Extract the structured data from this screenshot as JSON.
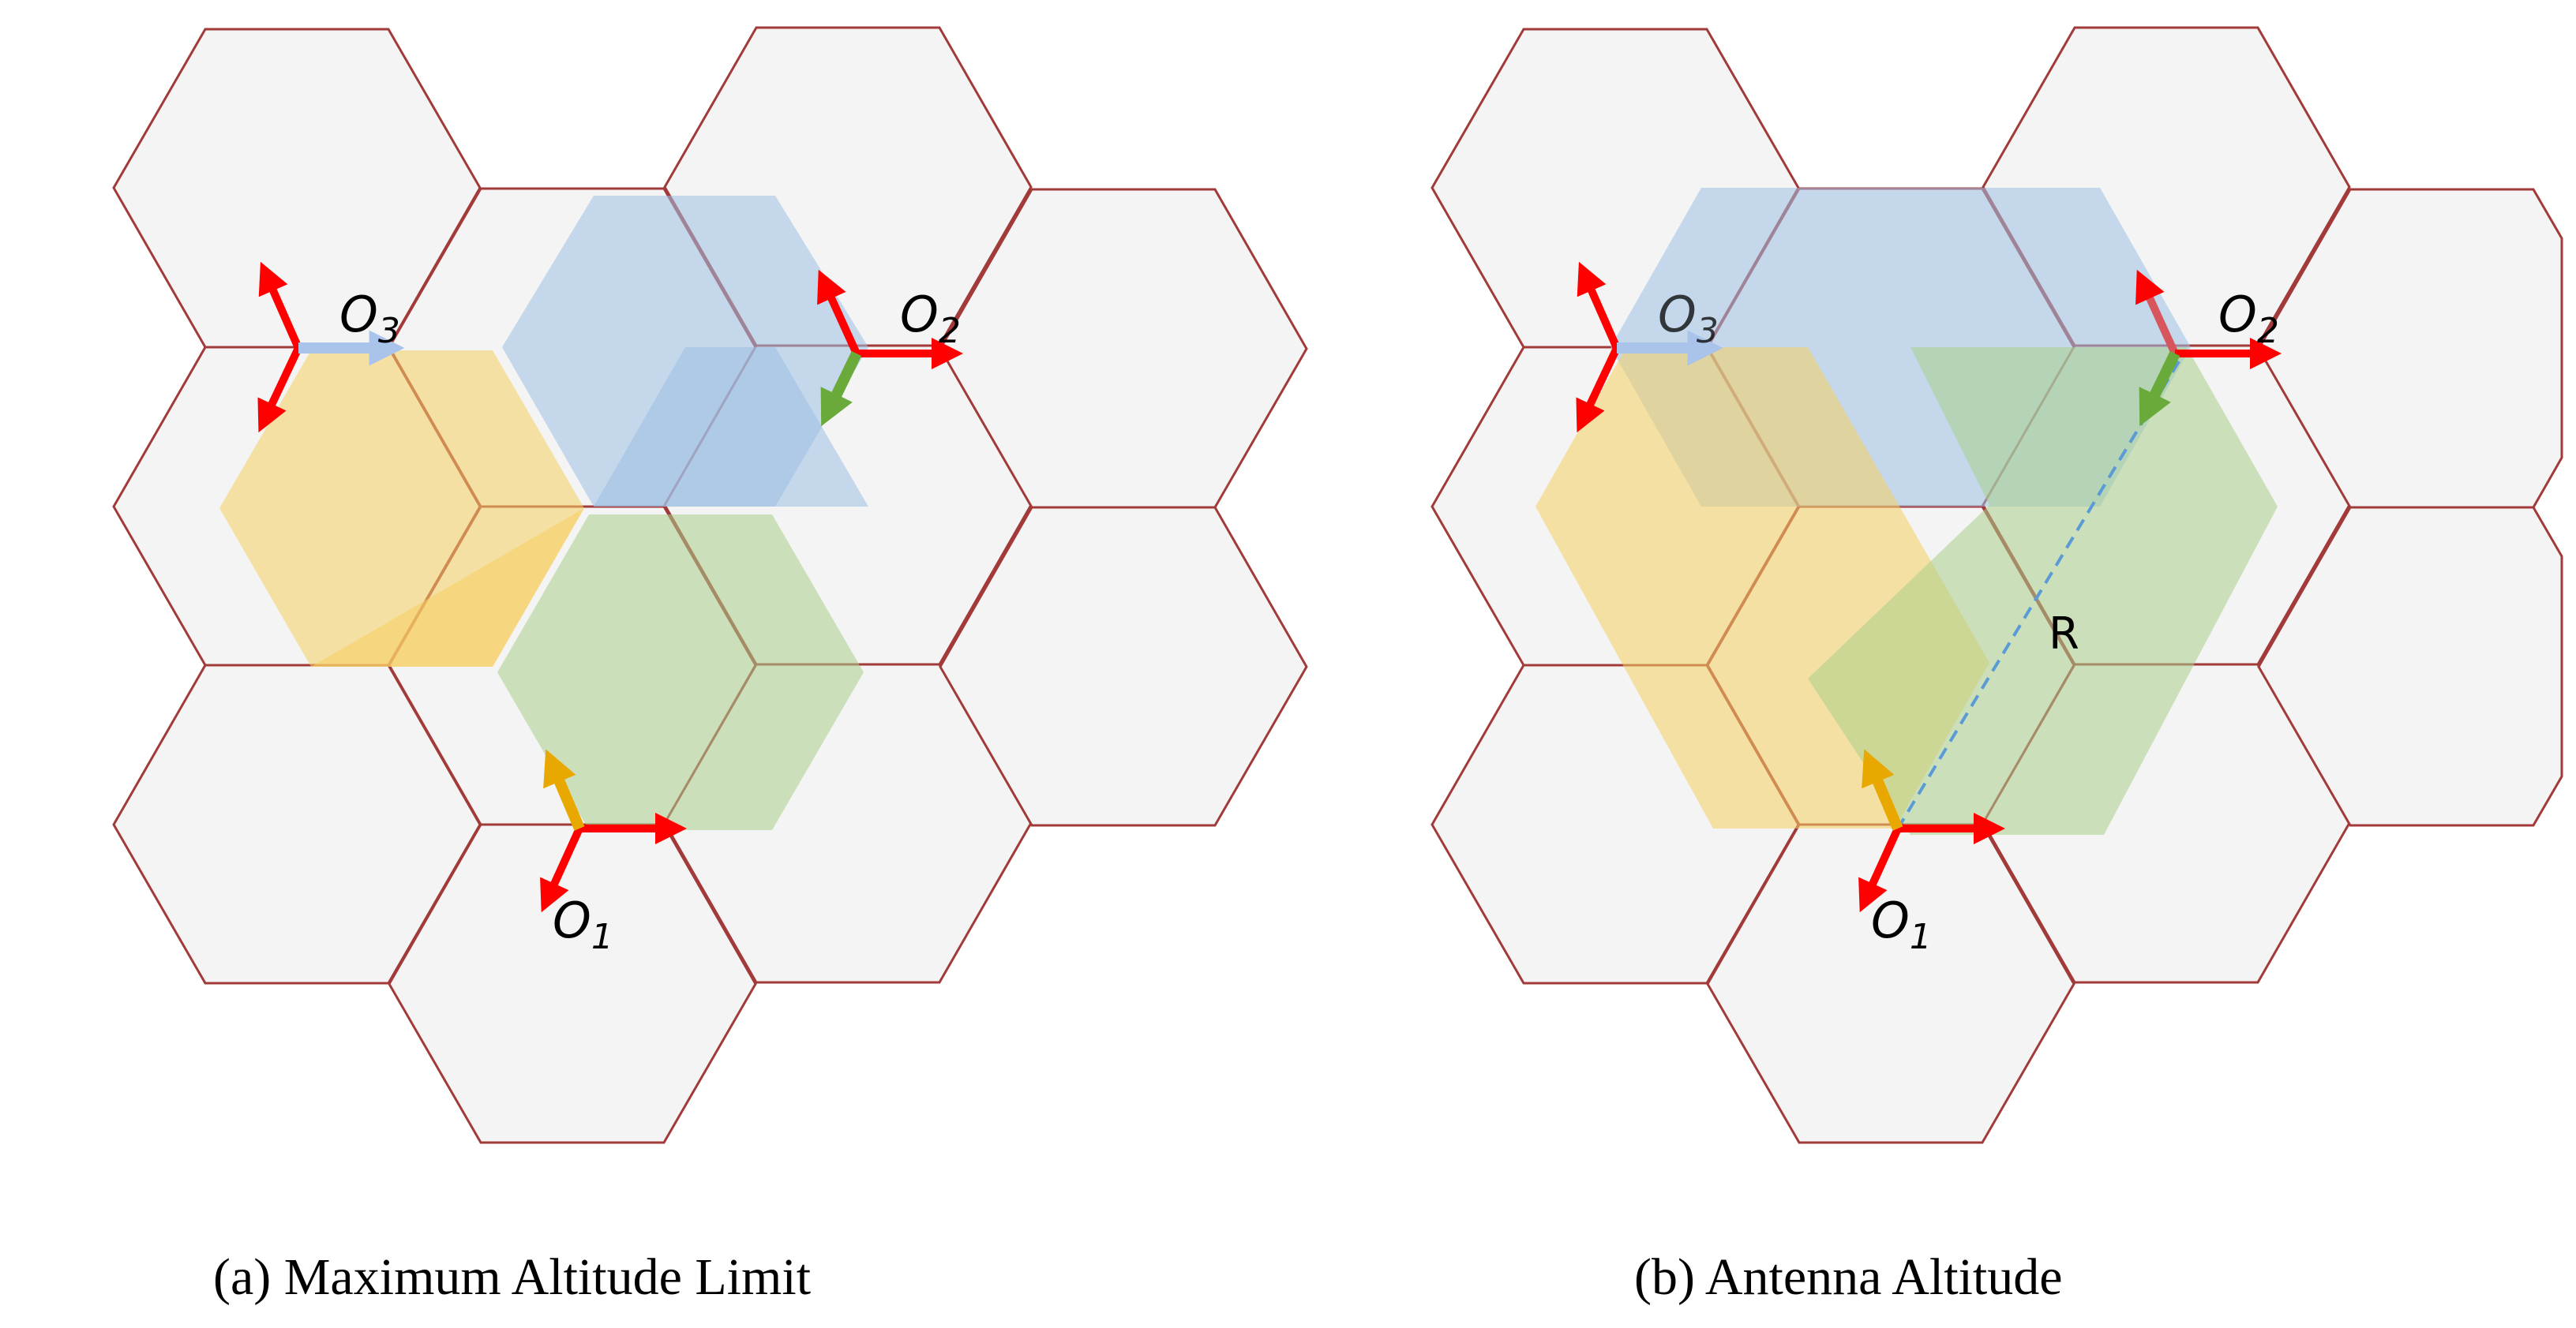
{
  "colors": {
    "cell_fill": "#f4f4f4",
    "cell_stroke": "#a23a3a",
    "region_1": "#f5cf63",
    "region_2": "#9dbfe3",
    "region_3": "#a9cf8a",
    "axis_red": "#ff0000",
    "arrow_blue": "#a9c3ea",
    "arrow_green": "#6aaa3a",
    "arrow_yellow": "#e9a800",
    "dashed_line": "#5b9bd5"
  },
  "panels": [
    {
      "id": "a",
      "caption": "(a)   Maximum Altitude Limit",
      "labels": {
        "o1": "O",
        "o1_sub": "1",
        "o2": "O",
        "o2_sub": "2",
        "o3": "O",
        "o3_sub": "3"
      }
    },
    {
      "id": "b",
      "caption": "(b)   Antenna Altitude",
      "labels": {
        "o1": "O",
        "o1_sub": "1",
        "o2": "O",
        "o2_sub": "2",
        "o3": "O",
        "o3_sub": "3",
        "r": "R"
      }
    }
  ]
}
